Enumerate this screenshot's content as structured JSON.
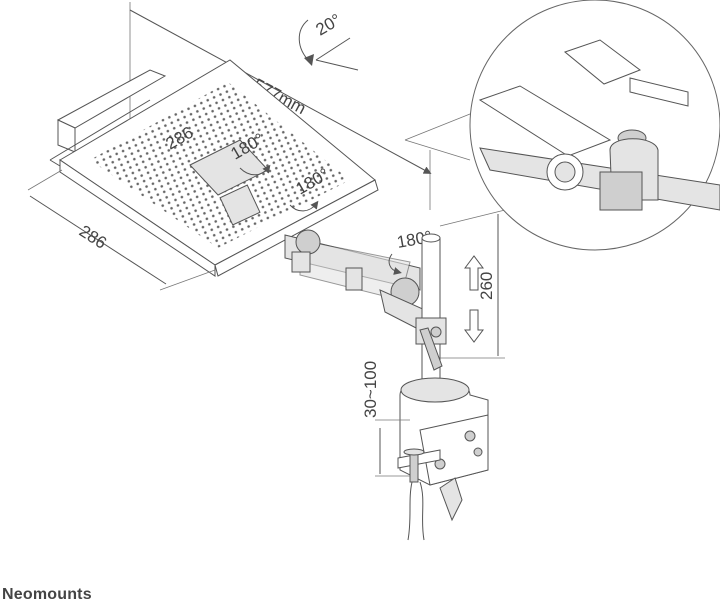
{
  "dimensions": {
    "width_total": "577mm",
    "tilt": "20°",
    "tray_depth": "286",
    "tray_width": "286",
    "rotate_top": "180°",
    "rotate_mid": "180°",
    "rotate_arm": "180°",
    "height_adjust": "260",
    "desk_thickness": "30~100"
  },
  "brand": {
    "name": "Neomounts"
  }
}
